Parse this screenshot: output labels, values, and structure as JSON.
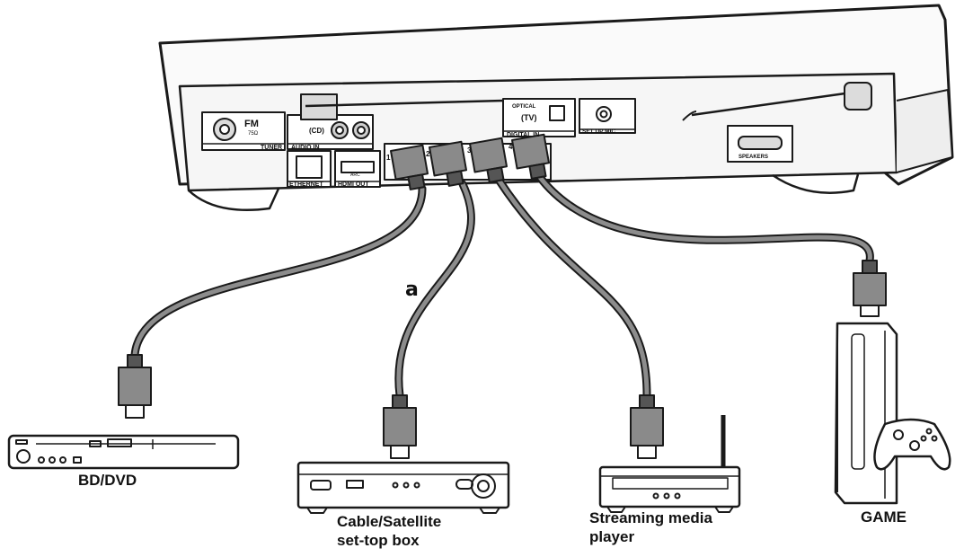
{
  "receiver": {
    "fm": "FM",
    "fm_sub": "75Ω",
    "tuner": "TUNER",
    "cd": "(CD)",
    "audio_in": "AUDIO IN",
    "optical": "OPTICAL",
    "tv": "(TV)",
    "digital_in": "DIGITAL IN",
    "setup_mic": "SET UP MIC",
    "ethernet": "ETHERNET",
    "hdmi_out": "HDMI OUT",
    "arc": "ARC",
    "speakers": "SPEAKERS",
    "ports": [
      "1",
      "2",
      "3",
      "4"
    ]
  },
  "marker": "a",
  "devices": {
    "bd_dvd": "BD/DVD",
    "cable_line1": "Cable/Satellite",
    "cable_line2": "set-top box",
    "streaming_line1": "Streaming media",
    "streaming_line2": "player",
    "game": "GAME"
  },
  "colors": {
    "stroke": "#1a1a1a",
    "cable": "#8c8c8c",
    "plug": "#7a7a7a",
    "panel": "#f2f2f2"
  }
}
